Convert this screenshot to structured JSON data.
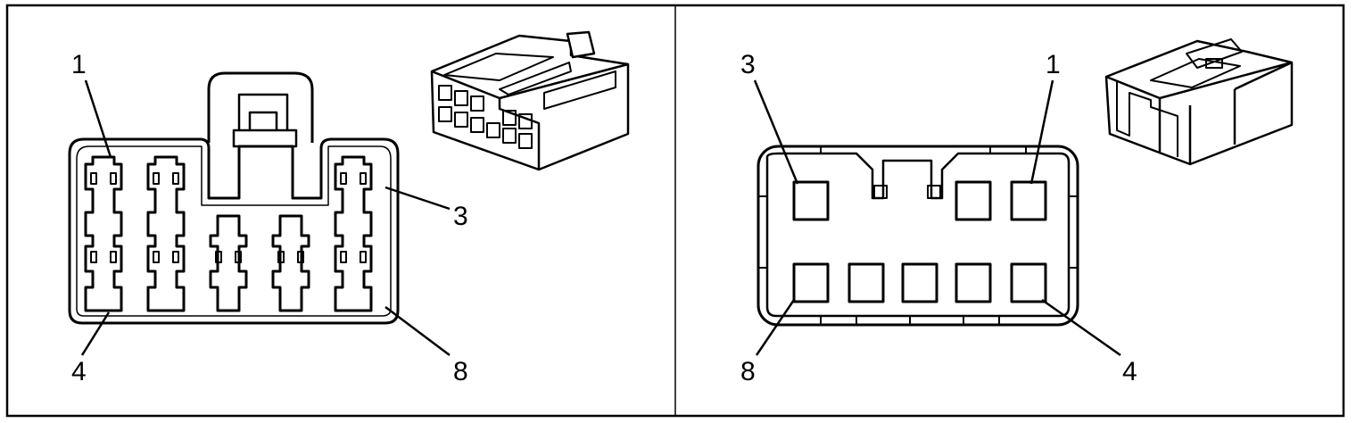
{
  "panels": [
    {
      "name": "female-connector-view",
      "labels": {
        "pin_top_left": "1",
        "pin_right": "3",
        "pin_bottom_left": "4",
        "pin_bottom_right": "8"
      }
    },
    {
      "name": "male-connector-view",
      "labels": {
        "pin_top_left": "3",
        "pin_top_right": "1",
        "pin_bottom_left": "8",
        "pin_bottom_right": "4"
      }
    }
  ],
  "colors": {
    "line": "#000000",
    "background": "#ffffff"
  }
}
